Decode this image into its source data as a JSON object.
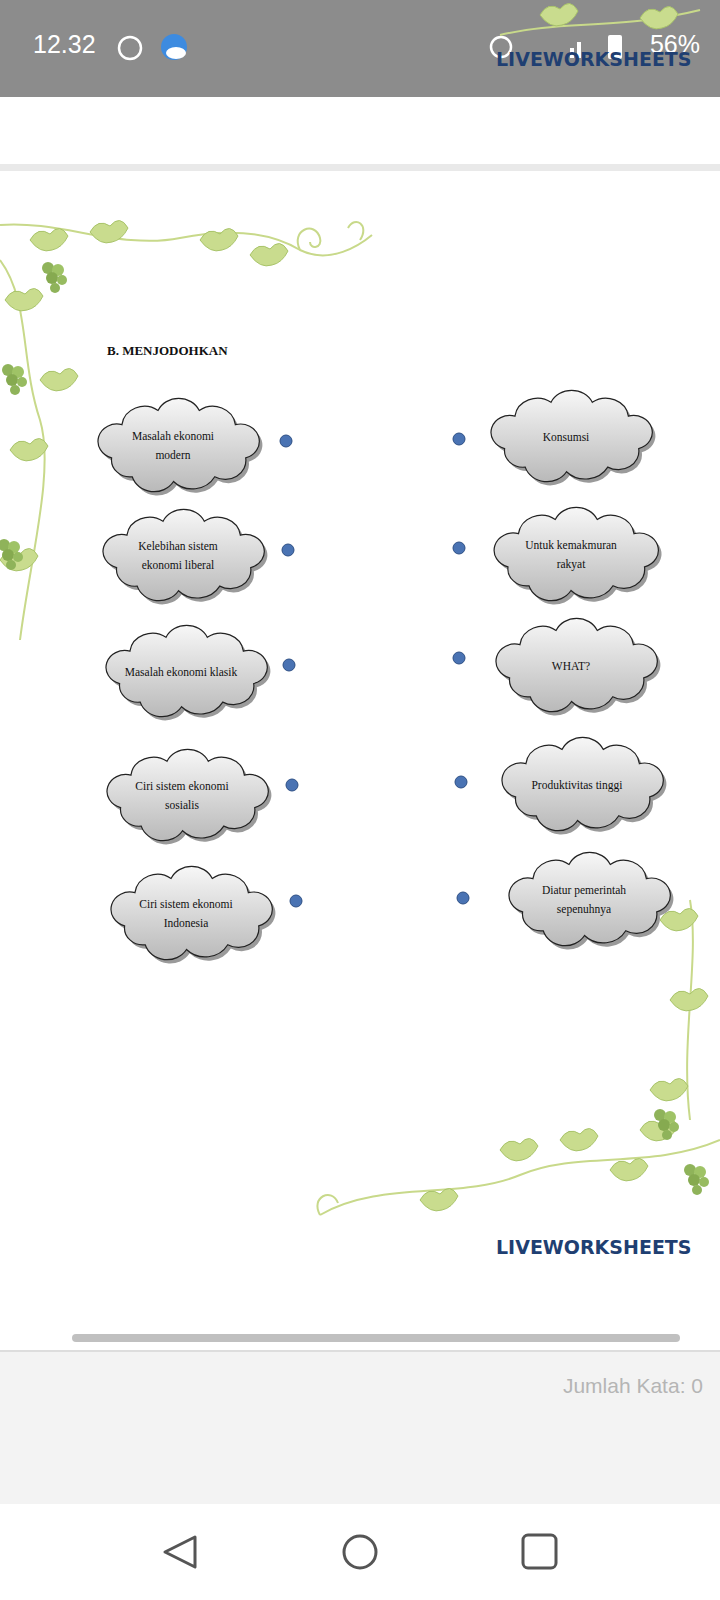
{
  "diagram": {
    "title": "B. MENJODOHKAN",
    "nodes": [
      {
        "text": [
          "Masalah ekonomi modern"
        ]
      },
      {
        "text": [
          "Konsumsi"
        ]
      },
      {
        "text": [
          "Kelebihan sistem ekonomi liberal"
        ]
      },
      {
        "text": [
          "Untuk kemakmuran rakyat"
        ]
      },
      {
        "text": [
          "Masalah ekonomi klasik"
        ]
      },
      {
        "text": [
          "WHAT?"
        ]
      },
      {
        "text": [
          "Ciri sistem ekonomi sosialis"
        ]
      },
      {
        "text": [
          "Produktivitas tinggi"
        ]
      },
      {
        "text": [
          "Ciri sistem ekonomi Indonesia"
        ]
      },
      {
        "text": [
          "Diatur pemerintah sepenuhnya"
        ]
      }
    ],
    "labels": [
      "12.32",
      "56%",
      "LIVEWORKSHEETS",
      "LIVEWORKSHEETS",
      "Jumlah Kata: 0"
    ]
  }
}
